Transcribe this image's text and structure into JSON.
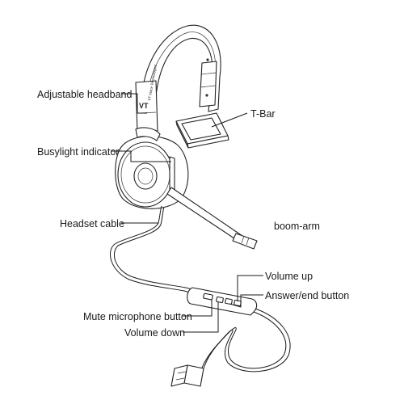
{
  "labels": {
    "adjustable_headband": "Adjustable headband",
    "t_bar": "T-Bar",
    "busylight_indicator": "Busylight indicator",
    "headset_cable": "Headset cable",
    "boom_arm": "boom-arm",
    "volume_up": "Volume up",
    "answer_end_button": "Answer/end button",
    "mute_microphone_button": "Mute microphone button",
    "volume_down": "Volume down"
  },
  "brand": {
    "logo": "VT",
    "name": "VT Voice Technologies"
  }
}
